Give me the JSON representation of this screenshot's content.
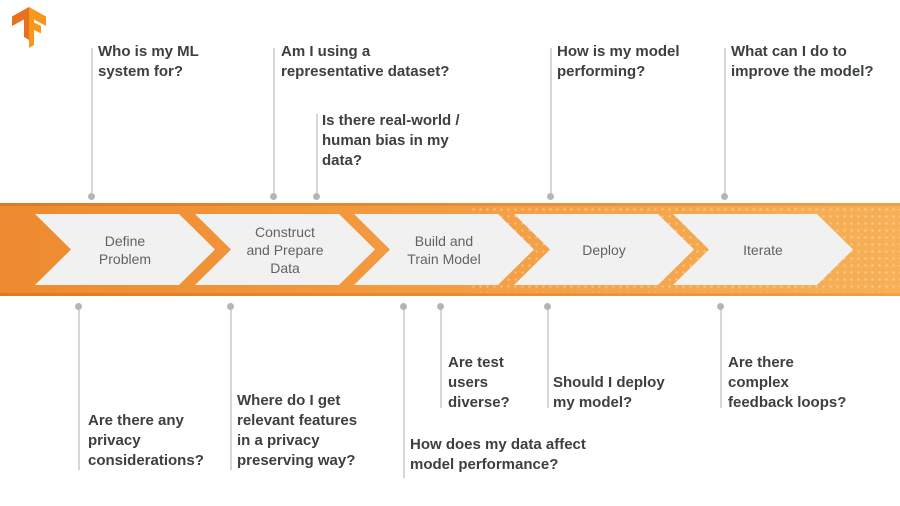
{
  "title": "TensorFlow ML workflow diagram",
  "colors": {
    "band_left": "#ee8a2f",
    "band_right": "#f7b057",
    "band_edge": "#e2791d",
    "chevron_fill": "#f1f1f2",
    "stage_label": "#5f6368",
    "question_text": "#3c4043",
    "connector_line": "#d6d6d6",
    "connector_dot": "#b5b5b5",
    "logo_dark": "#e8701f",
    "logo_light": "#f9961d"
  },
  "logo": {
    "name": "TensorFlow"
  },
  "pipeline": {
    "stages": [
      {
        "label": "Define\nProblem"
      },
      {
        "label": "Construct\nand Prepare\nData"
      },
      {
        "label": "Build and\nTrain Model"
      },
      {
        "label": "Deploy"
      },
      {
        "label": "Iterate"
      }
    ]
  },
  "questions": {
    "top": [
      {
        "text": "Who is my ML\nsystem for?"
      },
      {
        "text": "Am I using a\nrepresentative dataset?"
      },
      {
        "text": "Is there real-world /\nhuman bias in my\ndata?"
      },
      {
        "text": "How is my model\nperforming?"
      },
      {
        "text": "What can I do to\nimprove the model?"
      }
    ],
    "bottom": [
      {
        "text": "Are there any\nprivacy\nconsiderations?"
      },
      {
        "text": "Where do I get\nrelevant features\nin a privacy\npreserving way?"
      },
      {
        "text": "How does my data affect\nmodel performance?"
      },
      {
        "text": "Are test\nusers\ndiverse?"
      },
      {
        "text": "Should I deploy\nmy model?"
      },
      {
        "text": "Are there\ncomplex\nfeedback loops?"
      }
    ]
  }
}
